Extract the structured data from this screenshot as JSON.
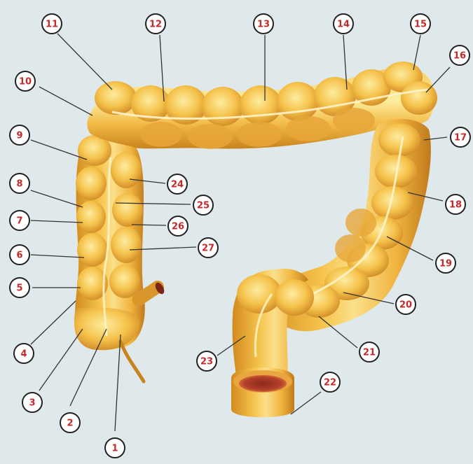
{
  "colors": {
    "background": "#dfe9ec",
    "colon_light": "#fdeea0",
    "colon_mid": "#f5c24a",
    "colon_dark": "#d18a1f",
    "colon_shadow": "#b26f1a",
    "lumen": "#b3402a",
    "marker_stroke": "#222222",
    "marker_text": "#c42a2a",
    "leader_line": "#333333"
  },
  "labels": [
    "1",
    "2",
    "3",
    "4",
    "5",
    "6",
    "7",
    "8",
    "9",
    "10",
    "11",
    "12",
    "13",
    "14",
    "15",
    "16",
    "17",
    "18",
    "19",
    "20",
    "21",
    "22",
    "23",
    "24",
    "25",
    "26",
    "27"
  ]
}
